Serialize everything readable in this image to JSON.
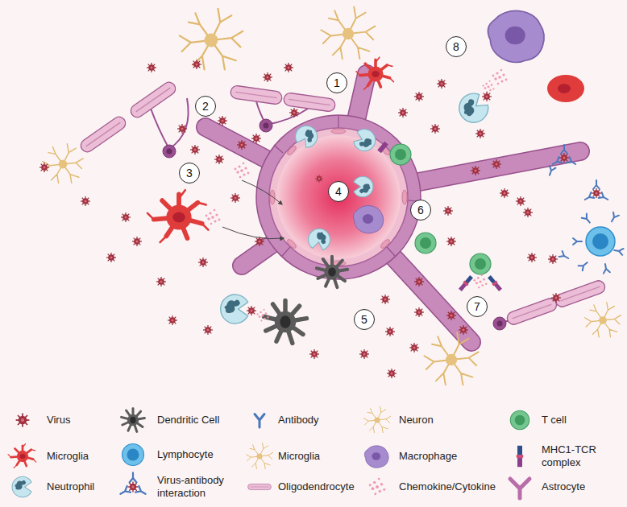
{
  "diagram": {
    "labels": [
      "1",
      "2",
      "3",
      "4",
      "5",
      "6",
      "7",
      "8"
    ],
    "legend": [
      {
        "text": "Virus"
      },
      {
        "text": "Microglia"
      },
      {
        "text": "Neutrophil"
      },
      {
        "text": "Dendritic Cell"
      },
      {
        "text": "Lymphocyte"
      },
      {
        "text": "Virus-antibody interaction"
      },
      {
        "text": "Antibody"
      },
      {
        "text": "Microglia"
      },
      {
        "text": "Oligodendrocyte"
      },
      {
        "text": "Neuron"
      },
      {
        "text": "Macrophage"
      },
      {
        "text": "Chemokine/Cytokine"
      },
      {
        "text": "T cell"
      },
      {
        "text": "MHC1-TCR complex"
      },
      {
        "text": "Astrocyte"
      }
    ]
  }
}
